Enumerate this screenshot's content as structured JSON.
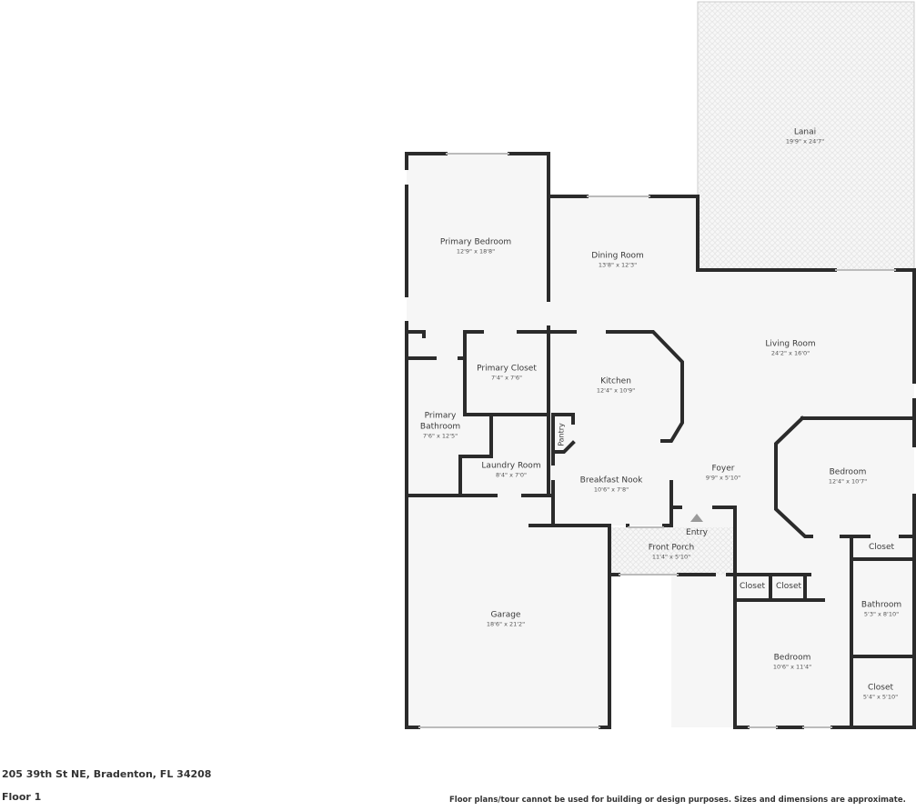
{
  "rooms": {
    "lanai": {
      "name": "Lanai",
      "dims": "19'9\" x 24'7\""
    },
    "primary_bedroom": {
      "name": "Primary Bedroom",
      "dims": "12'9\" x 18'8\""
    },
    "dining_room": {
      "name": "Dining Room",
      "dims": "13'8\" x 12'3\""
    },
    "living_room": {
      "name": "Living Room",
      "dims": "24'2\" x 16'0\""
    },
    "primary_closet": {
      "name": "Primary Closet",
      "dims": "7'4\" x 7'6\""
    },
    "kitchen": {
      "name": "Kitchen",
      "dims": "12'4\" x 10'9\""
    },
    "primary_bathroom": {
      "name": "Primary Bathroom",
      "dims": "7'6\" x 12'5\""
    },
    "pantry": {
      "name": "Pantry"
    },
    "laundry_room": {
      "name": "Laundry Room",
      "dims": "8'4\" x 7'0\""
    },
    "breakfast_nook": {
      "name": "Breakfast Nook",
      "dims": "10'6\" x 7'8\""
    },
    "foyer": {
      "name": "Foyer",
      "dims": "9'9\" x 5'10\""
    },
    "bedroom_1": {
      "name": "Bedroom",
      "dims": "12'4\" x 10'7\""
    },
    "entry": {
      "name": "Entry"
    },
    "front_porch": {
      "name": "Front Porch",
      "dims": "11'4\" x 5'10\""
    },
    "closet_1": {
      "name": "Closet"
    },
    "closet_2": {
      "name": "Closet"
    },
    "closet_3": {
      "name": "Closet"
    },
    "bathroom": {
      "name": "Bathroom",
      "dims": "5'3\" x 8'10\""
    },
    "garage": {
      "name": "Garage",
      "dims": "18'6\" x 21'2\""
    },
    "bedroom_2": {
      "name": "Bedroom",
      "dims": "10'6\" x 11'4\""
    },
    "closet_4": {
      "name": "Closet",
      "dims": "5'4\" x 5'10\""
    }
  },
  "footer": {
    "address": "205 39th St NE, Bradenton, FL 34208",
    "floor": "Floor 1",
    "disclaimer": "Floor plans/tour cannot be used for building or design purposes. Sizes and dimensions are approximate."
  },
  "colors": {
    "wall": "#2b2b2b",
    "floor": "#f6f6f6",
    "window": "#e6e6e6"
  }
}
